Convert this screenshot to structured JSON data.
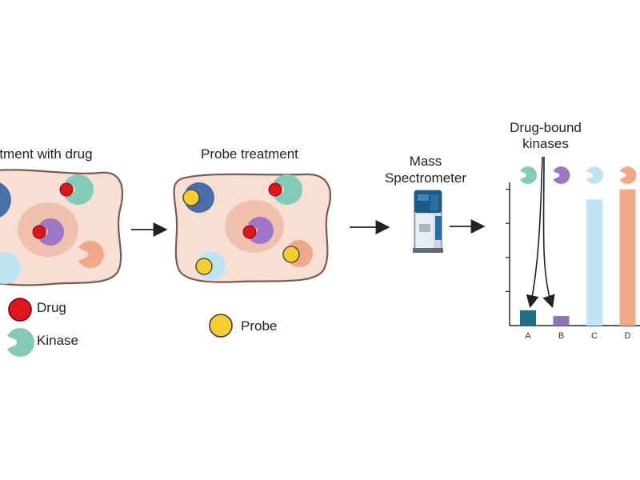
{
  "step1": {
    "title": "Treatment with drug"
  },
  "step2": {
    "title": "Probe treatment"
  },
  "instrument": {
    "line1": "Mass",
    "line2": "Spectrometer"
  },
  "legend": {
    "drug": "Drug",
    "kinase": "Kinase",
    "probe": "Probe"
  },
  "annotation": {
    "line1": "Drug-bound",
    "line2": "kinases"
  },
  "colors": {
    "cell": "#f7dfd3",
    "cell_border": "#7a5a50",
    "nucleus": "#efc1ae",
    "drug": "#e0141b",
    "probe": "#f6cd2e",
    "kinase_teal": "#84cbb7",
    "kinase_blue": "#4a6ea8",
    "kinase_purple": "#9c77c6",
    "kinase_lightblue": "#bde4f1",
    "kinase_salmon": "#f0a987"
  },
  "chart_data": {
    "type": "bar",
    "title": "",
    "xlabel": "",
    "ylabel": "",
    "categories": [
      "A",
      "B",
      "C",
      "D"
    ],
    "values": [
      4.5,
      2.8,
      37,
      40
    ],
    "ylim": [
      0,
      42
    ],
    "colors": [
      "#1e6f87",
      "#8e74b6",
      "#bfe5f2",
      "#f0aa87"
    ],
    "icon_colors": [
      "#84cbb7",
      "#9c77c6",
      "#bde4f1",
      "#f0a987"
    ],
    "gridlines": [
      10,
      20,
      30,
      40
    ],
    "grid": false,
    "annotated_bars": [
      "A",
      "B"
    ]
  }
}
